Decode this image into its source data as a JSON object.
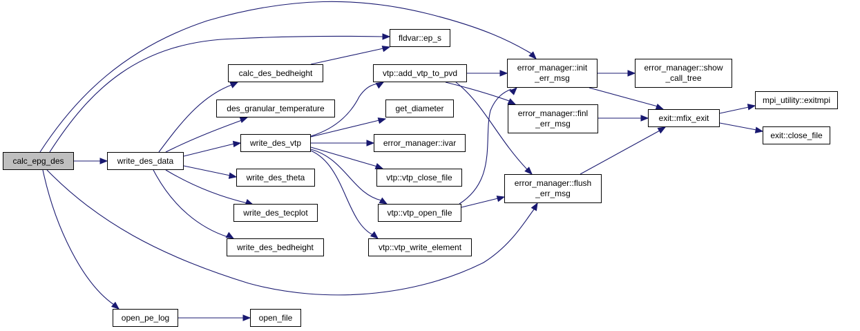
{
  "graph": {
    "type": "call-graph",
    "colors": {
      "edge": "#191970",
      "root_fill": "#bfbfbf",
      "node_fill": "#ffffff",
      "border": "#000000"
    },
    "nodes": [
      {
        "id": "calc_epg_des",
        "label": "calc_epg_des",
        "root": true
      },
      {
        "id": "write_des_data",
        "label": "write_des_data"
      },
      {
        "id": "open_pe_log",
        "label": "open_pe_log"
      },
      {
        "id": "open_file",
        "label": "open_file"
      },
      {
        "id": "fldvar_ep_s",
        "label": "fldvar::ep_s"
      },
      {
        "id": "calc_des_bedheight",
        "label": "calc_des_bedheight"
      },
      {
        "id": "des_granular_temperature",
        "label": "des_granular_temperature"
      },
      {
        "id": "write_des_vtp",
        "label": "write_des_vtp"
      },
      {
        "id": "write_des_theta",
        "label": "write_des_theta"
      },
      {
        "id": "write_des_tecplot",
        "label": "write_des_tecplot"
      },
      {
        "id": "write_des_bedheight",
        "label": "write_des_bedheight"
      },
      {
        "id": "vtp_add_vtp_to_pvd",
        "label": "vtp::add_vtp_to_pvd"
      },
      {
        "id": "get_diameter",
        "label": "get_diameter"
      },
      {
        "id": "error_manager_ivar",
        "label": "error_manager::ivar"
      },
      {
        "id": "vtp_vtp_close_file",
        "label": "vtp::vtp_close_file"
      },
      {
        "id": "vtp_vtp_open_file",
        "label": "vtp::vtp_open_file"
      },
      {
        "id": "vtp_vtp_write_element",
        "label": "vtp::vtp_write_element"
      },
      {
        "id": "error_manager_init_err_msg",
        "label": "error_manager::init\n_err_msg"
      },
      {
        "id": "error_manager_finl_err_msg",
        "label": "error_manager::finl\n_err_msg"
      },
      {
        "id": "error_manager_flush_err_msg",
        "label": "error_manager::flush\n_err_msg"
      },
      {
        "id": "error_manager_show_call_tree",
        "label": "error_manager::show\n_call_tree"
      },
      {
        "id": "exit_mfix_exit",
        "label": "exit::mfix_exit"
      },
      {
        "id": "mpi_utility_exitmpi",
        "label": "mpi_utility::exitmpi"
      },
      {
        "id": "exit_close_file",
        "label": "exit::close_file"
      }
    ],
    "edges": [
      [
        "calc_epg_des",
        "write_des_data"
      ],
      [
        "calc_epg_des",
        "open_pe_log"
      ],
      [
        "calc_epg_des",
        "fldvar_ep_s"
      ],
      [
        "calc_epg_des",
        "error_manager_init_err_msg"
      ],
      [
        "calc_epg_des",
        "error_manager_flush_err_msg"
      ],
      [
        "open_pe_log",
        "open_file"
      ],
      [
        "write_des_data",
        "calc_des_bedheight"
      ],
      [
        "write_des_data",
        "des_granular_temperature"
      ],
      [
        "write_des_data",
        "write_des_vtp"
      ],
      [
        "write_des_data",
        "write_des_theta"
      ],
      [
        "write_des_data",
        "write_des_tecplot"
      ],
      [
        "write_des_data",
        "write_des_bedheight"
      ],
      [
        "calc_des_bedheight",
        "fldvar_ep_s"
      ],
      [
        "write_des_vtp",
        "vtp_add_vtp_to_pvd"
      ],
      [
        "write_des_vtp",
        "get_diameter"
      ],
      [
        "write_des_vtp",
        "error_manager_ivar"
      ],
      [
        "write_des_vtp",
        "vtp_vtp_close_file"
      ],
      [
        "write_des_vtp",
        "vtp_vtp_open_file"
      ],
      [
        "write_des_vtp",
        "vtp_vtp_write_element"
      ],
      [
        "vtp_add_vtp_to_pvd",
        "error_manager_init_err_msg"
      ],
      [
        "vtp_add_vtp_to_pvd",
        "error_manager_finl_err_msg"
      ],
      [
        "vtp_add_vtp_to_pvd",
        "error_manager_flush_err_msg"
      ],
      [
        "vtp_vtp_open_file",
        "error_manager_init_err_msg"
      ],
      [
        "vtp_vtp_open_file",
        "error_manager_flush_err_msg"
      ],
      [
        "error_manager_init_err_msg",
        "error_manager_show_call_tree"
      ],
      [
        "error_manager_init_err_msg",
        "exit_mfix_exit"
      ],
      [
        "error_manager_finl_err_msg",
        "exit_mfix_exit"
      ],
      [
        "error_manager_flush_err_msg",
        "exit_mfix_exit"
      ],
      [
        "exit_mfix_exit",
        "mpi_utility_exitmpi"
      ],
      [
        "exit_mfix_exit",
        "exit_close_file"
      ]
    ]
  }
}
